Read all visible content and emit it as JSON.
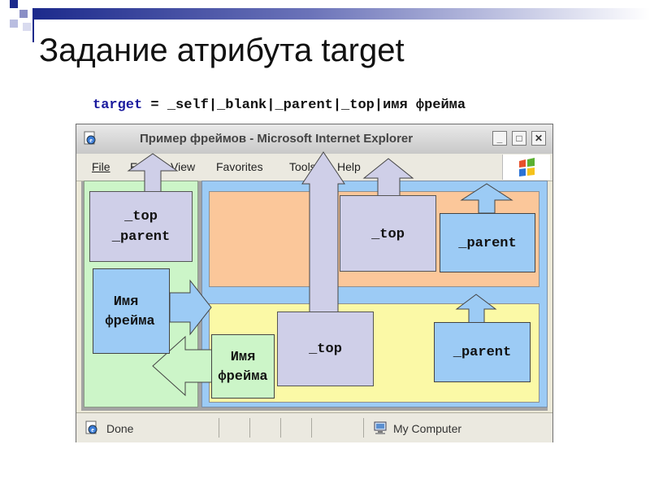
{
  "slide": {
    "title": "Задание атрибута target",
    "syntax_keyword": "target",
    "syntax_rest": " = _self|_blank|_parent|_top|имя фрейма"
  },
  "window": {
    "title": "Пример фреймов - Microsoft Internet Explorer",
    "buttons": {
      "minimize": "_",
      "maximize": "□",
      "close": "✕"
    }
  },
  "menu": [
    "File",
    "Edit",
    "View",
    "Favorites",
    "Tools",
    "Help"
  ],
  "status": {
    "left": "Done",
    "right": "My Computer"
  },
  "labels": {
    "left_top_box_line1": "_top",
    "left_top_box_line2": "_parent",
    "left_name_box_line1": "Имя",
    "left_name_box_line2": "фрейма",
    "top_center": "_top",
    "parent_upper": "_parent",
    "center_name_line1": "Имя",
    "center_name_line2": "фрейма",
    "top_lower": "_top",
    "parent_lower": "_parent"
  },
  "colors": {
    "green_frame": "#ccf5c8",
    "blue_frame": "#9ccbf5",
    "peach_frame": "#fbc79a",
    "yellow_frame": "#fbf9a6",
    "lavender_box": "#cfcfe8"
  },
  "icons": {
    "window_icon": "ie-page-icon",
    "logo": "windows-flag-icon",
    "status_left": "ie-page-icon",
    "status_right": "computer-icon"
  }
}
